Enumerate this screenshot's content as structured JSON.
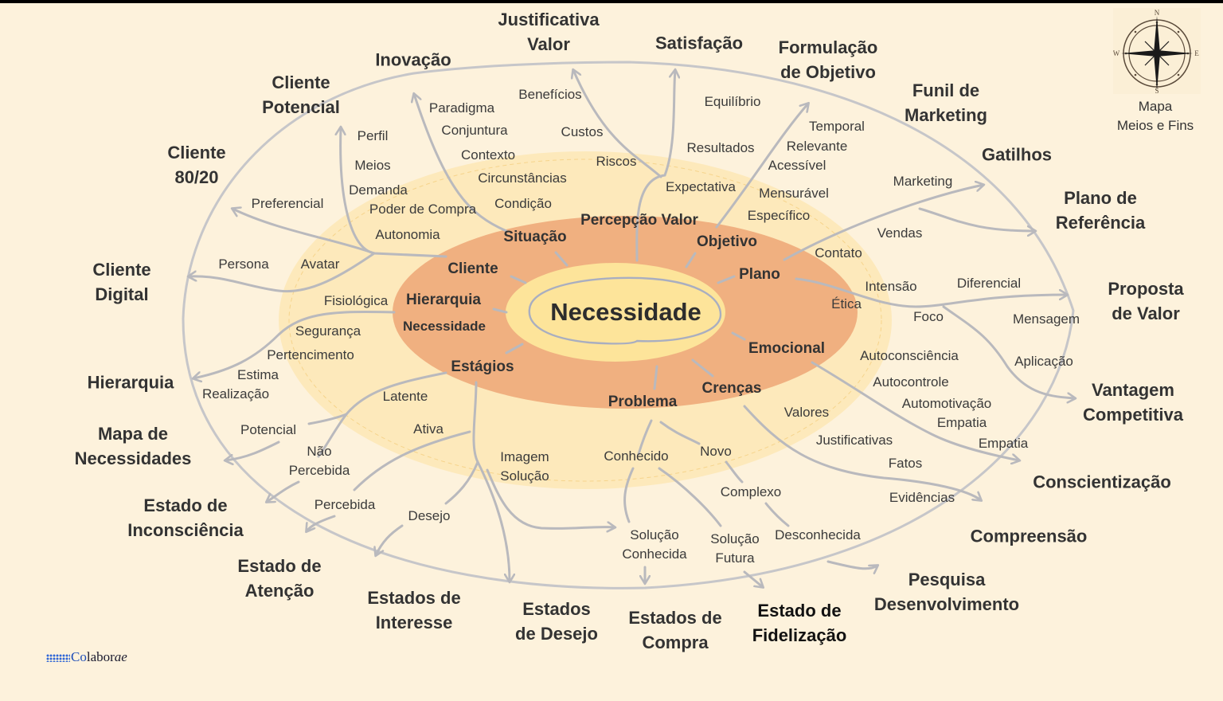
{
  "title": "Mapa Meios e Fins",
  "center": {
    "label": "Necessidade"
  },
  "ring_labels": [
    {
      "id": "cliente",
      "label": "Cliente"
    },
    {
      "id": "situacao",
      "label": "Situação"
    },
    {
      "id": "percepcao-valor",
      "label": "Percepção Valor"
    },
    {
      "id": "objetivo",
      "label": "Objetivo"
    },
    {
      "id": "plano",
      "label": "Plano"
    },
    {
      "id": "emocional",
      "label": "Emocional"
    },
    {
      "id": "crencas",
      "label": "Crenças"
    },
    {
      "id": "problema",
      "label": "Problema"
    },
    {
      "id": "estagios",
      "label": "Estágios"
    },
    {
      "id": "hierarquia",
      "label": "Hierarquia"
    },
    {
      "id": "hierarquia-necessidade",
      "label": "Necessidade"
    }
  ],
  "attributes": [
    "Perfil",
    "Meios",
    "Demanda",
    "Poder de Compra",
    "Autonomia",
    "Preferencial",
    "Persona",
    "Avatar",
    "Paradigma",
    "Conjuntura",
    "Contexto",
    "Circunstâncias",
    "Condição",
    "Benefícios",
    "Custos",
    "Riscos",
    "Equilíbrio",
    "Resultados",
    "Expectativa",
    "Temporal",
    "Relevante",
    "Acessível",
    "Mensurável",
    "Específico",
    "Marketing",
    "Vendas",
    "Contato",
    "Intensão",
    "Ética",
    "Diferencial",
    "Foco",
    "Mensagem",
    "Aplicação",
    "Autoconsciência",
    "Autocontrole",
    "Automotivação",
    "Empatia",
    "Empatia",
    "Valores",
    "Justificativas",
    "Fatos",
    "Evidências",
    "Conhecido",
    "Novo",
    "Complexo",
    "Solução Conhecida",
    "Solução Futura",
    "Desconhecida",
    "Imagem Solução",
    "Desejo",
    "Ativa",
    "Latente",
    "Potencial",
    "Não Percebida",
    "Percebida",
    "Percebida",
    "Fisiológica",
    "Segurança",
    "Pertencimento",
    "Estima",
    "Realização"
  ],
  "attr": {
    "perfil": "Perfil",
    "meios": "Meios",
    "demanda": "Demanda",
    "poder_compra": "Poder de Compra",
    "autonomia": "Autonomia",
    "preferencial": "Preferencial",
    "persona": "Persona",
    "avatar": "Avatar",
    "paradigma": "Paradigma",
    "conjuntura": "Conjuntura",
    "contexto": "Contexto",
    "circunstancias": "Circunstâncias",
    "condicao": "Condição",
    "beneficios": "Benefícios",
    "custos": "Custos",
    "riscos": "Riscos",
    "equilibrio": "Equilíbrio",
    "resultados": "Resultados",
    "expectativa": "Expectativa",
    "temporal": "Temporal",
    "relevante": "Relevante",
    "acessivel": "Acessível",
    "mensuravel": "Mensurável",
    "especifico": "Específico",
    "marketing": "Marketing",
    "vendas": "Vendas",
    "contato": "Contato",
    "intensao": "Intensão",
    "etica": "Ética",
    "diferencial": "Diferencial",
    "foco": "Foco",
    "mensagem": "Mensagem",
    "aplicacao": "Aplicação",
    "autoconsciencia": "Autoconsciência",
    "autocontrole": "Autocontrole",
    "automotivacao": "Automotivação",
    "empatia1": "Empatia",
    "empatia2": "Empatia",
    "valores": "Valores",
    "justificativas": "Justificativas",
    "fatos": "Fatos",
    "evidencias": "Evidências",
    "conhecido": "Conhecido",
    "novo": "Novo",
    "complexo": "Complexo",
    "solucao_conhecida_1": "Solução",
    "solucao_conhecida_2": "Conhecida",
    "solucao_futura_1": "Solução",
    "solucao_futura_2": "Futura",
    "desconhecida": "Desconhecida",
    "imagem_solucao_1": "Imagem",
    "imagem_solucao_2": "Solução",
    "desejo": "Desejo",
    "ativa": "Ativa",
    "latente": "Latente",
    "potencial": "Potencial",
    "nao_percebida_1": "Não",
    "nao_percebida_2": "Percebida",
    "percebida1": "Percebida",
    "percebida2": "Percebida",
    "fisiologica": "Fisiológica",
    "seguranca": "Segurança",
    "pertencimento": "Pertencimento",
    "estima": "Estima",
    "realizacao": "Realização"
  },
  "outer_labels": {
    "justificativa_valor": [
      "Justificativa",
      "Valor"
    ],
    "satisfacao": [
      "Satisfação"
    ],
    "formulacao_objetivo": [
      "Formulação",
      "de Objetivo"
    ],
    "inovacao": [
      "Inovação"
    ],
    "cliente_potencial": [
      "Cliente",
      "Potencial"
    ],
    "cliente_8020": [
      "Cliente",
      "80/20"
    ],
    "cliente_digital": [
      "Cliente",
      "Digital"
    ],
    "hierarquia": [
      "Hierarquia"
    ],
    "mapa_necessidades": [
      "Mapa de",
      "Necessidades"
    ],
    "estado_inconsciencia": [
      "Estado de",
      "Inconsciência"
    ],
    "estado_atencao": [
      "Estado de",
      "Atenção"
    ],
    "estados_interesse": [
      "Estados de",
      "Interesse"
    ],
    "estados_desejo": [
      "Estados",
      "de Desejo"
    ],
    "estados_compra": [
      "Estados de",
      "Compra"
    ],
    "estado_fidelizacao": [
      "Estado de",
      "Fidelização"
    ],
    "pesquisa_desenvolvimento": [
      "Pesquisa",
      "Desenvolvimento"
    ],
    "compreensao": [
      "Compreensão"
    ],
    "conscientizacao": [
      "Conscientização"
    ],
    "vantagem_competitiva": [
      "Vantagem",
      "Competitiva"
    ],
    "proposta_valor": [
      "Proposta",
      "de Valor"
    ],
    "plano_referencia": [
      "Plano de",
      "Referência"
    ],
    "gatilhos": [
      "Gatilhos"
    ],
    "funil_marketing": [
      "Funil de",
      "Marketing"
    ]
  },
  "compass": {
    "caption_line1": "Mapa",
    "caption_line2": "Meios e Fins",
    "n": "N",
    "s": "S",
    "e": "E",
    "w": "W"
  },
  "logo": {
    "prefix": "Co",
    "rest": "labor",
    "italic": "ae"
  },
  "colors": {
    "background": "#fdf2dc",
    "outer_band": "#fde9bb",
    "ring": "#f0b080",
    "center": "#fde49a",
    "arrows": "#b9b9bd",
    "text": "#3b3b3b"
  }
}
